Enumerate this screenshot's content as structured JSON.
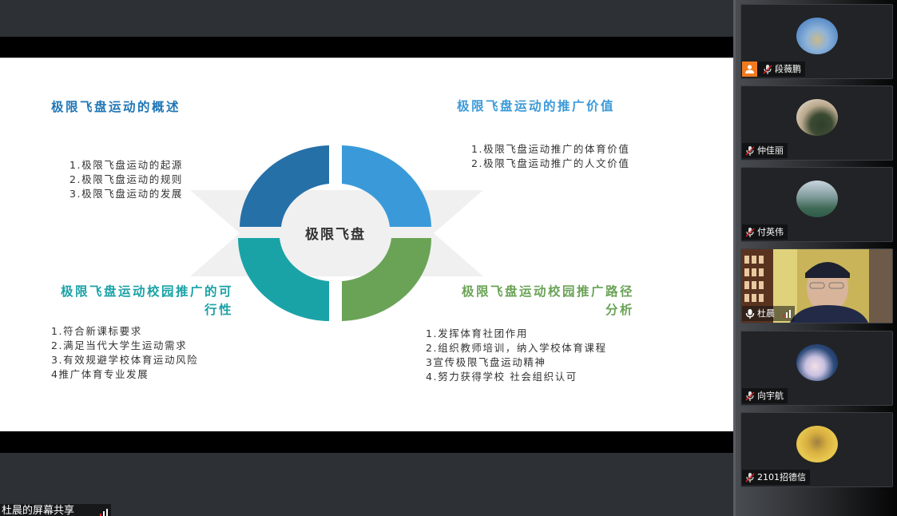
{
  "share": {
    "presenter_label": "杜晨的屏幕共享",
    "signal_icon": "signal-bars-icon"
  },
  "slide": {
    "center_label": "极限飞盘",
    "ring_colors": {
      "top_left": "#2670a8",
      "top_right": "#3a9ad9",
      "bottom_left": "#1aa3a7",
      "bottom_right": "#6aa356"
    },
    "sections": [
      {
        "title": "极限飞盘运动的概述",
        "color": "#1f76b6",
        "items": [
          "1.极限飞盘运动的起源",
          "2.极限飞盘运动的规则",
          "3.极限飞盘运动的发展"
        ]
      },
      {
        "title": "极限飞盘运动的推广价值",
        "color": "#3a9ad9",
        "items": [
          "1.极限飞盘运动推广的体育价值",
          "2.极限飞盘运动推广的人文价值"
        ]
      },
      {
        "title_line1": "极限飞盘运动校园推广的可",
        "title_line2": "行性",
        "color": "#1aa2a6",
        "items": [
          "1.符合新课标要求",
          "2.满足当代大学生运动需求",
          "3.有效规避学校体育运动风险",
          "4推广体育专业发展"
        ]
      },
      {
        "title_line1": "极限飞盘运动校园推广路径",
        "title_line2": "分析",
        "color": "#6aa356",
        "items": [
          "1.发挥体育社团作用",
          "2.组织教师培训，纳入学校体育课程",
          "3宣传极限飞盘运动精神",
          "4.努力获得学校 社会组织认可"
        ]
      }
    ]
  },
  "participants": [
    {
      "name": "段薇鹏",
      "muted": true,
      "host": true,
      "avatar": "beach-photo"
    },
    {
      "name": "仲佳丽",
      "muted": true,
      "host": false,
      "avatar": "person-photo"
    },
    {
      "name": "付英伟",
      "muted": true,
      "host": false,
      "avatar": "mountain-photo"
    },
    {
      "name": "杜晨",
      "muted": false,
      "host": false,
      "video": true,
      "signal": true
    },
    {
      "name": "向宇航",
      "muted": true,
      "host": false,
      "avatar": "anime-photo"
    },
    {
      "name": "2101招德信",
      "muted": true,
      "host": false,
      "avatar": "golden-cat-photo"
    }
  ]
}
